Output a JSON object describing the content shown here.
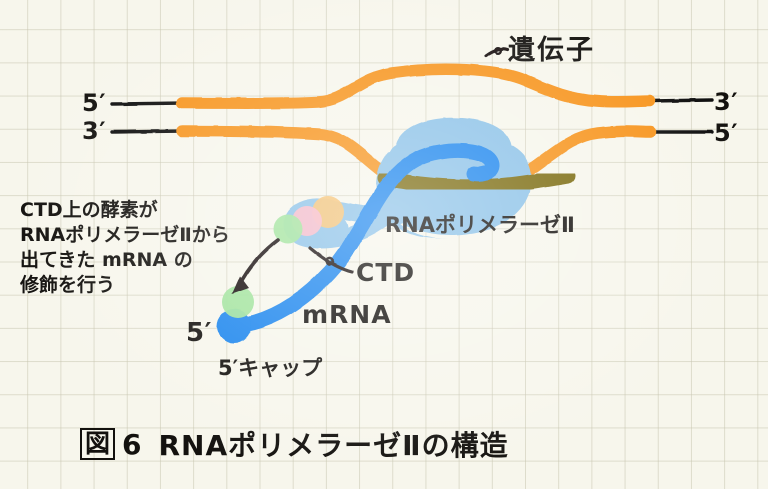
{
  "figure": {
    "background_color": "#f7f6ec",
    "grid_color": "#c8c6b0",
    "title": {
      "box_label": "図",
      "number": "6",
      "text": "RNAポリメラーゼⅡの構造"
    }
  },
  "labels": {
    "gene": "遺伝子",
    "dna_left_top": "5′",
    "dna_left_bottom": "3′",
    "dna_right_top": "3′",
    "dna_right_bottom": "5′",
    "polymerase": "RNAポリメラーゼⅡ",
    "ctd": "CTD",
    "mrna": "mRNA",
    "mrna_five_prime": "5′",
    "five_prime_cap": "5′キャップ"
  },
  "annotation": {
    "line1": "CTD上の酵素が",
    "line2": "RNAポリメラーゼⅡから",
    "line3": "出てきた mRNA の",
    "line4": "修飾を行う"
  },
  "colors": {
    "dna_strand": "#f7941d",
    "dna_line": "#111111",
    "mrna": "#1a86ee",
    "polymerase_body": "#8cc2e8",
    "polymerase_cleft": "#7a6a09",
    "ctd_tail": "#8cc2e8",
    "enzyme_green": "#9fe39b",
    "enzyme_pink": "#f7b9c8",
    "enzyme_orange": "#f5c273",
    "ink": "#13110e"
  },
  "icons": {
    "gene_pointer": "pointer-tick-icon",
    "ctd_pointer": "pointer-tick-icon",
    "note_arrow": "curved-arrow-icon"
  }
}
